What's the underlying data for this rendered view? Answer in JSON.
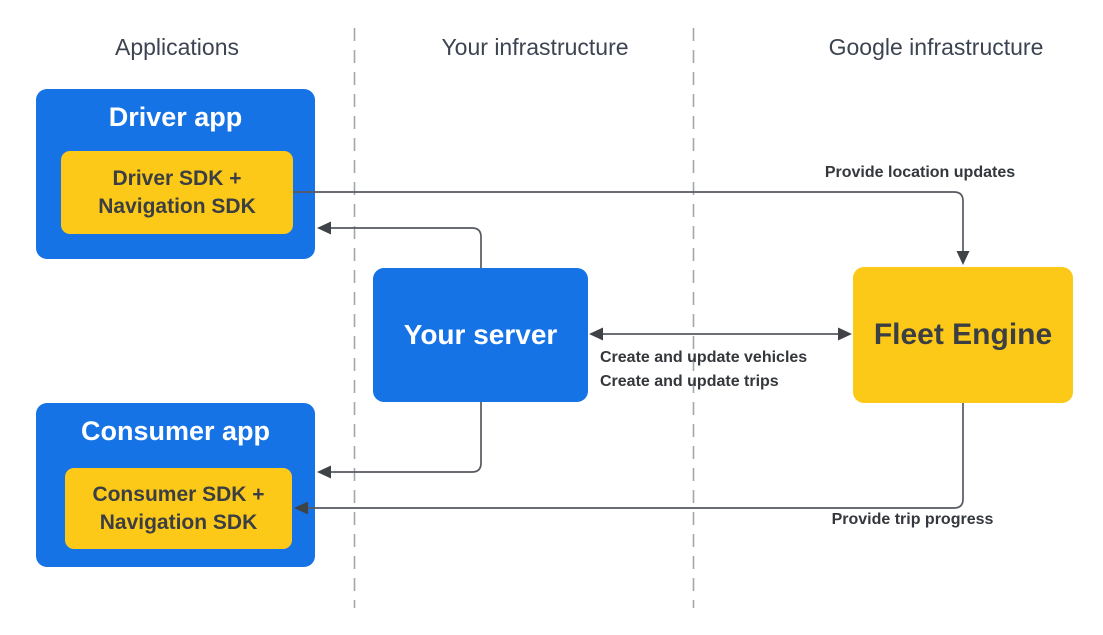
{
  "columns": {
    "applications": {
      "label": "Applications"
    },
    "your_infrastructure": {
      "label": "Your infrastructure"
    },
    "google_infrastructure": {
      "label": "Google infrastructure"
    }
  },
  "nodes": {
    "driver_app": {
      "title": "Driver app",
      "sdk_line1": "Driver SDK +",
      "sdk_line2": "Navigation SDK"
    },
    "consumer_app": {
      "title": "Consumer app",
      "sdk_line1": "Consumer SDK +",
      "sdk_line2": "Navigation SDK"
    },
    "your_server": {
      "title": "Your server"
    },
    "fleet_engine": {
      "title": "Fleet Engine"
    }
  },
  "edges": {
    "provide_location_updates": {
      "label": "Provide location updates",
      "from": "Driver SDK + Navigation SDK",
      "to": "Fleet Engine",
      "direction": "one-way"
    },
    "create_update": {
      "line1": "Create and update vehicles",
      "line2": "Create and update trips",
      "from": "Your server",
      "to": "Fleet Engine",
      "direction": "two-way"
    },
    "server_to_driver_app": {
      "label": "",
      "from": "Your server",
      "to": "Driver app",
      "direction": "one-way"
    },
    "server_to_consumer_app": {
      "label": "",
      "from": "Your server",
      "to": "Consumer app",
      "direction": "one-way"
    },
    "provide_trip_progress": {
      "label": "Provide trip progress",
      "from": "Fleet Engine",
      "to": "Consumer SDK + Navigation SDK",
      "direction": "one-way"
    }
  },
  "colors": {
    "blue": "#1573e6",
    "yellow": "#fcc918",
    "title-light": "#ffffff",
    "title-dark": "#3b3e42",
    "header-text": "#3d4451",
    "label-text": "#34373b",
    "connector": "#565a60",
    "arrowhead": "#3f4347",
    "dashed-line": "#a3a7ad",
    "background": "#ffffff"
  }
}
